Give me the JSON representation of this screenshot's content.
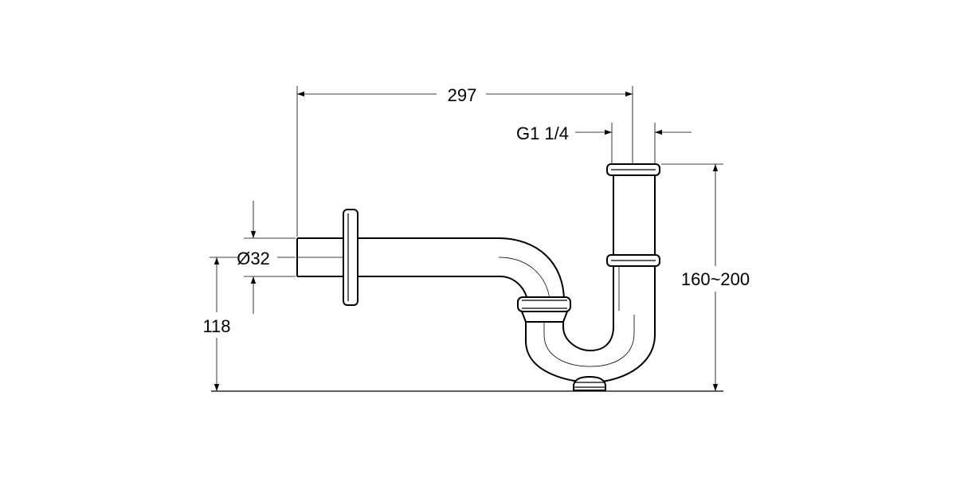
{
  "dimensions": {
    "length": "297",
    "thread": "G1 1/4",
    "pipe_diameter": "Ø32",
    "outlet_height": "118",
    "adjustable_height": "160~200"
  }
}
